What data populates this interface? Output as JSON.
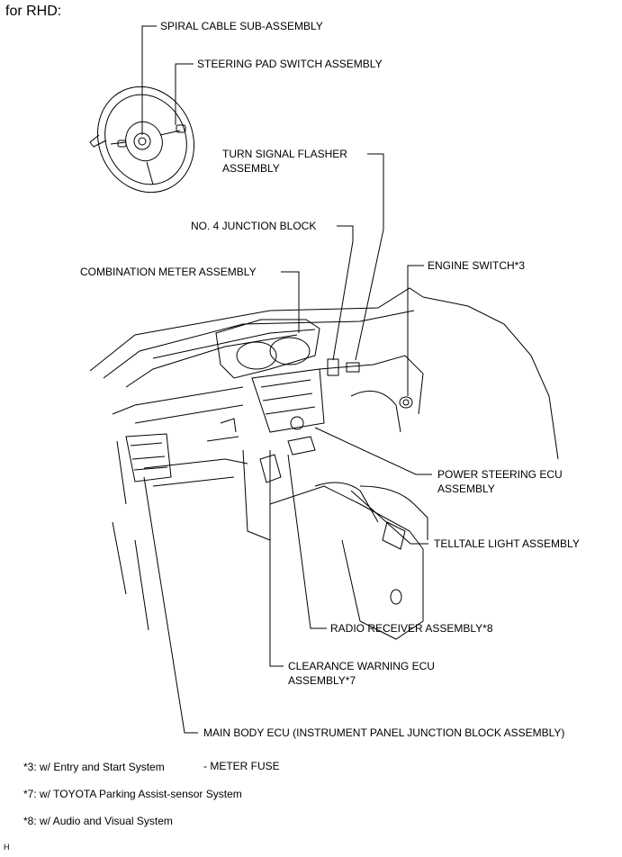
{
  "heading": "for RHD:",
  "callouts": {
    "spiral_cable": "SPIRAL CABLE SUB-ASSEMBLY",
    "steering_pad": "STEERING PAD SWITCH ASSEMBLY",
    "turn_signal_1": "TURN SIGNAL FLASHER",
    "turn_signal_2": "ASSEMBLY",
    "junction_block": "NO. 4 JUNCTION BLOCK",
    "combination_meter": "COMBINATION METER ASSEMBLY",
    "engine_switch": "ENGINE SWITCH*3",
    "power_steering_1": "POWER STEERING ECU",
    "power_steering_2": "ASSEMBLY",
    "telltale": "TELLTALE LIGHT ASSEMBLY",
    "radio_receiver": "RADIO RECEIVER ASSEMBLY*8",
    "clearance_warning_1": "CLEARANCE WARNING ECU",
    "clearance_warning_2": "ASSEMBLY*7",
    "main_body_ecu": "MAIN BODY ECU (INSTRUMENT PANEL JUNCTION BLOCK ASSEMBLY)",
    "meter_fuse": "- METER FUSE"
  },
  "footnotes": {
    "n3": "*3: w/ Entry and Start System",
    "n7": "*7: w/ TOYOTA Parking Assist-sensor System",
    "n8": "*8: w/ Audio and Visual System"
  },
  "figure_code": "H"
}
